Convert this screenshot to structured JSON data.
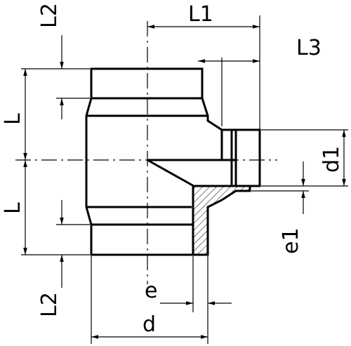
{
  "drawing": {
    "labels": {
      "L1": "L1",
      "L2_top": "L2",
      "L3": "L3",
      "L_upper": "L",
      "L_lower": "L",
      "L2_bottom": "L2",
      "d1": "d1",
      "e1": "e1",
      "e": "e",
      "d": "d"
    }
  }
}
